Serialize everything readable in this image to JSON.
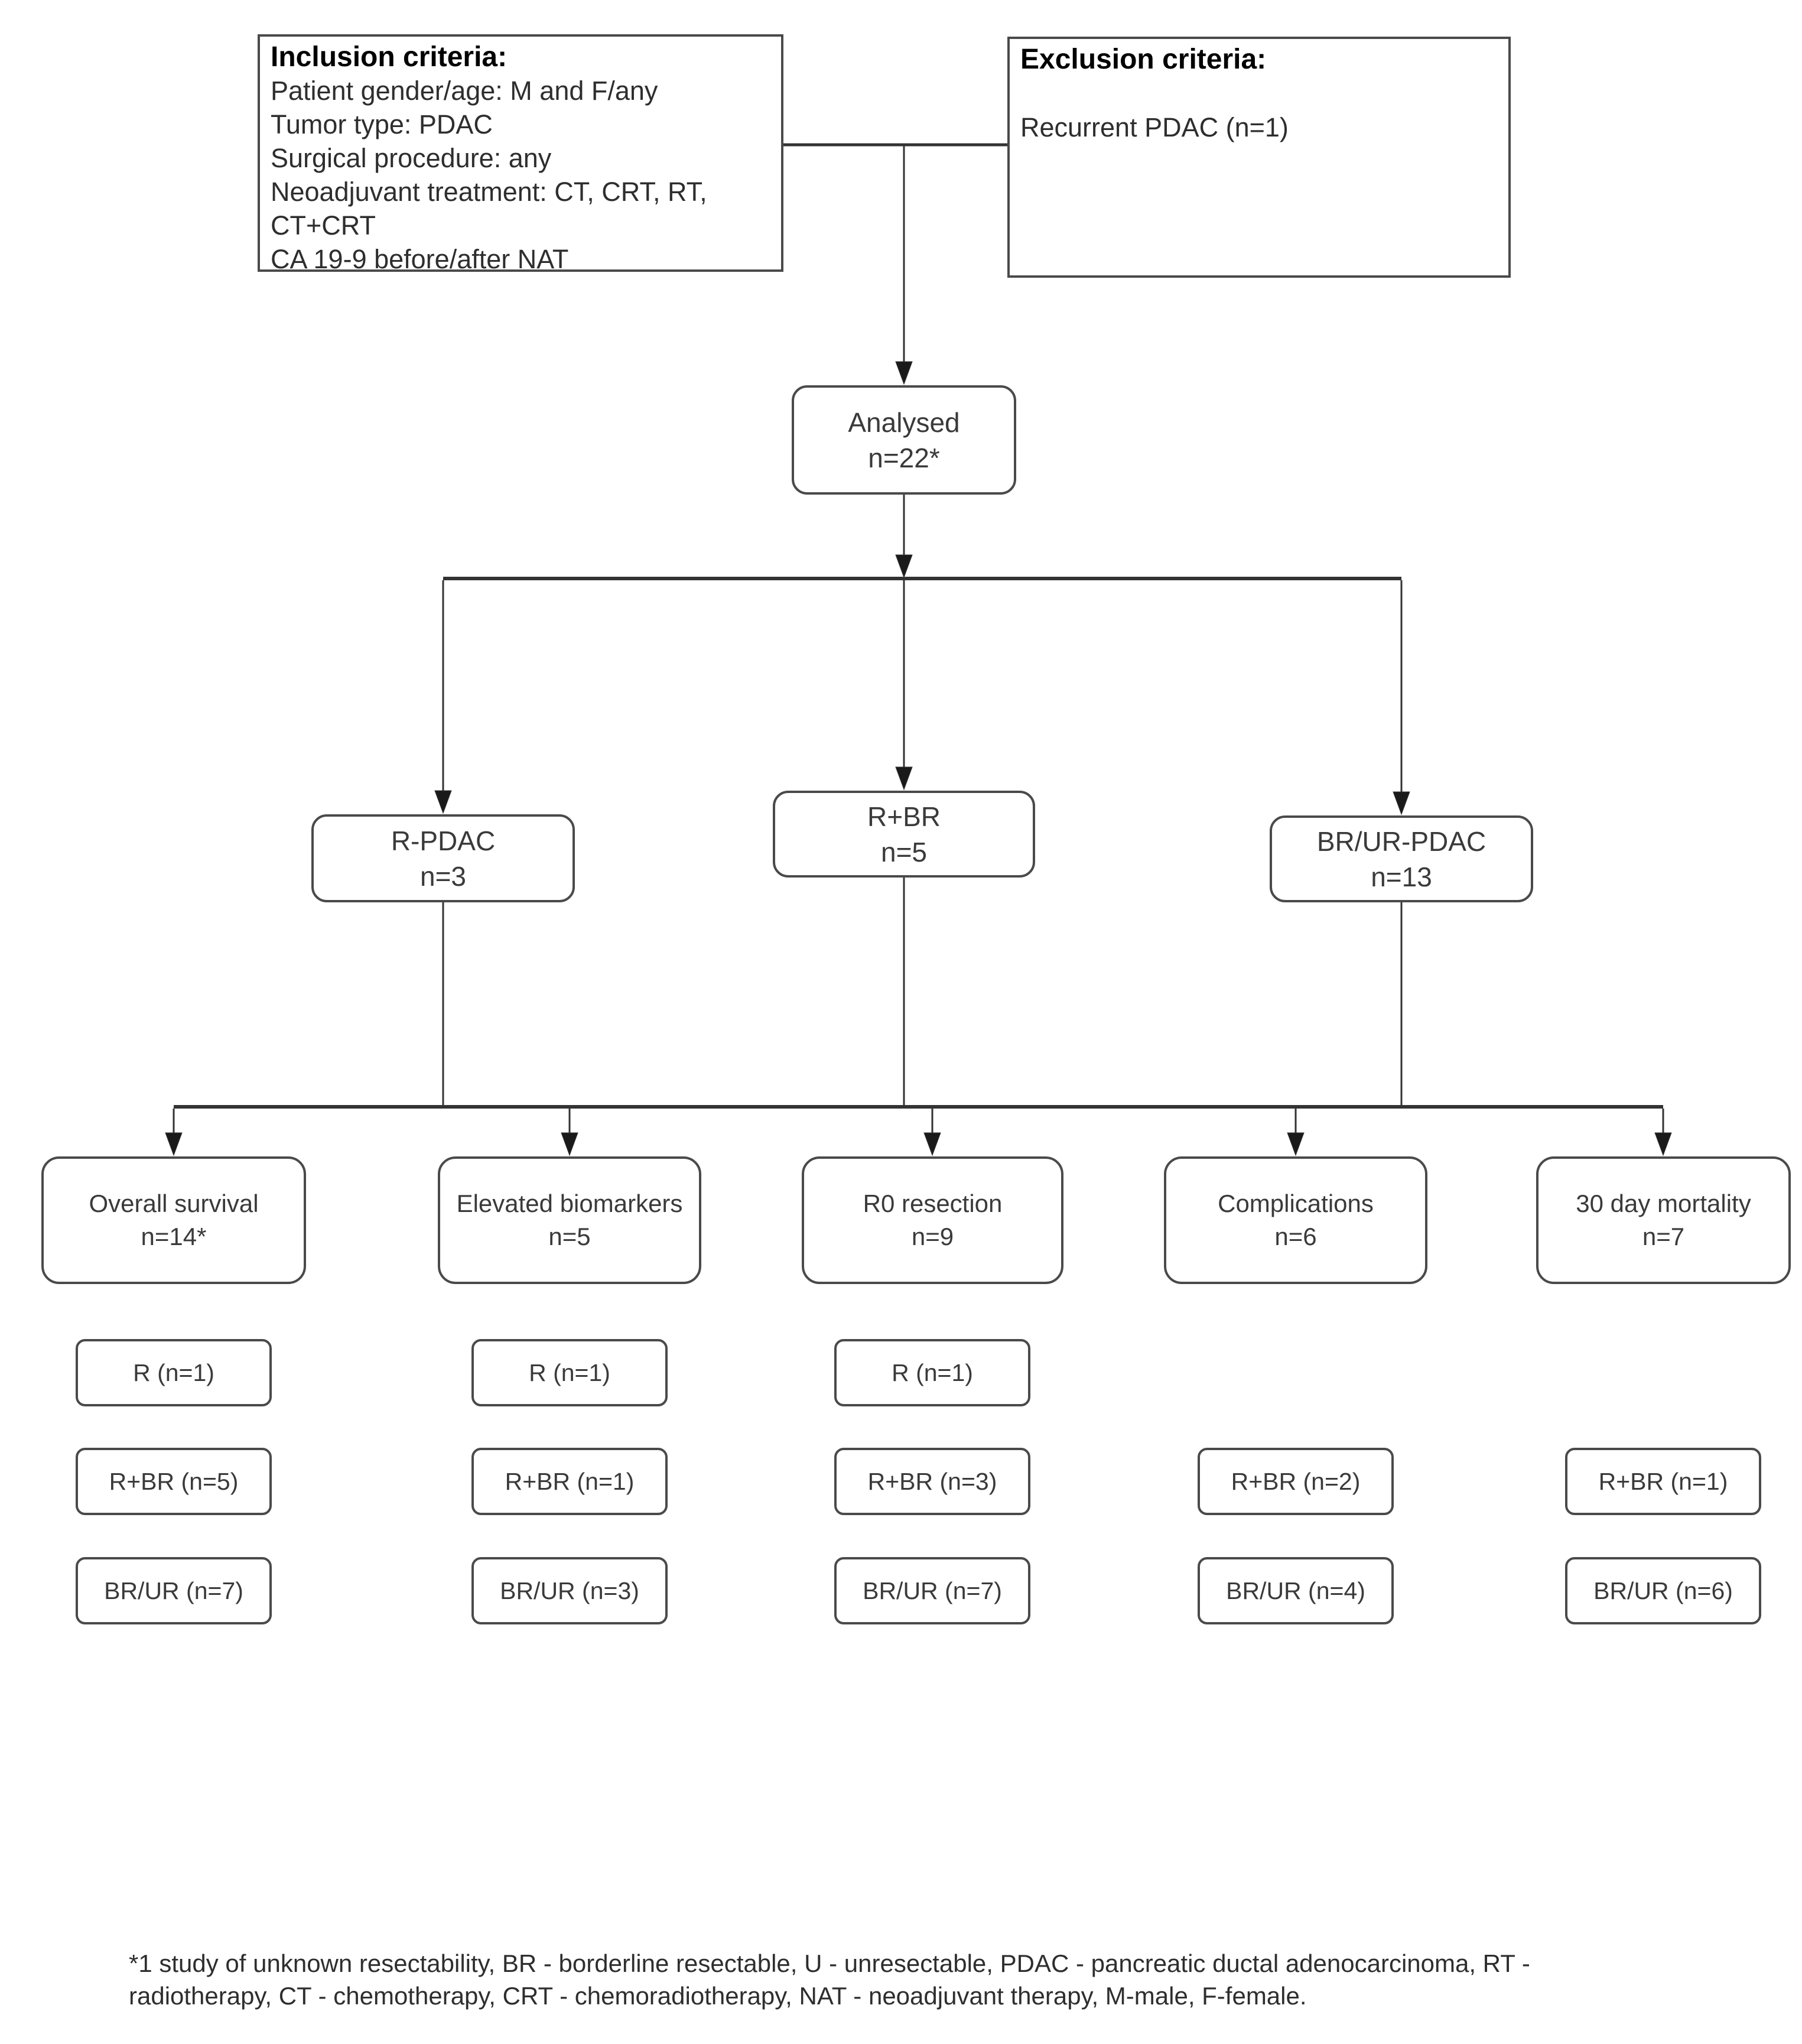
{
  "inclusion": {
    "title": "Inclusion criteria:",
    "lines": [
      "Patient gender/age: M and F/any",
      "Tumor type: PDAC",
      "Surgical procedure: any",
      "Neoadjuvant treatment: CT, CRT, RT,",
      "CT+CRT",
      "CA 19-9 before/after NAT"
    ]
  },
  "exclusion": {
    "title": "Exclusion criteria:",
    "body": "Recurrent PDAC (n=1)"
  },
  "nodes": {
    "analysed": {
      "label": "Analysed",
      "n": "n=22*"
    },
    "groups": [
      {
        "label": "R-PDAC",
        "n": "n=3"
      },
      {
        "label": "R+BR",
        "n": "n=5"
      },
      {
        "label": "BR/UR-PDAC",
        "n": "n=13"
      }
    ],
    "outcomes": [
      {
        "label": "Overall survival",
        "n": "n=14*"
      },
      {
        "label": "Elevated biomarkers",
        "n": "n=5"
      },
      {
        "label": "R0 resection",
        "n": "n=9"
      },
      {
        "label": "Complications",
        "n": "n=6"
      },
      {
        "label": "30 day mortality",
        "n": "n=7"
      }
    ]
  },
  "breakdowns": [
    {
      "column": "Overall survival",
      "items": [
        "R (n=1)",
        "R+BR (n=5)",
        "BR/UR (n=7)"
      ]
    },
    {
      "column": "Elevated biomarkers",
      "items": [
        "R (n=1)",
        "R+BR (n=1)",
        "BR/UR (n=3)"
      ]
    },
    {
      "column": "R0 resection",
      "items": [
        "R (n=1)",
        "R+BR (n=3)",
        "BR/UR (n=7)"
      ]
    },
    {
      "column": "Complications",
      "items": [
        "R+BR (n=2)",
        "BR/UR (n=4)"
      ]
    },
    {
      "column": "30 day mortality",
      "items": [
        "R+BR (n=1)",
        "BR/UR (n=6)"
      ]
    }
  ],
  "footnote": {
    "line1": "*1 study of unknown resectability, BR - borderline resectable, U - unresectable, PDAC - pancreatic ductal adenocarcinoma, RT -",
    "line2": "radiotherapy, CT - chemotherapy, CRT - chemoradiotherapy, NAT - neoadjuvant therapy, M-male, F-female."
  },
  "colors": {
    "border": "#4a4a4a",
    "line": "#333333",
    "background": "#ffffff"
  }
}
